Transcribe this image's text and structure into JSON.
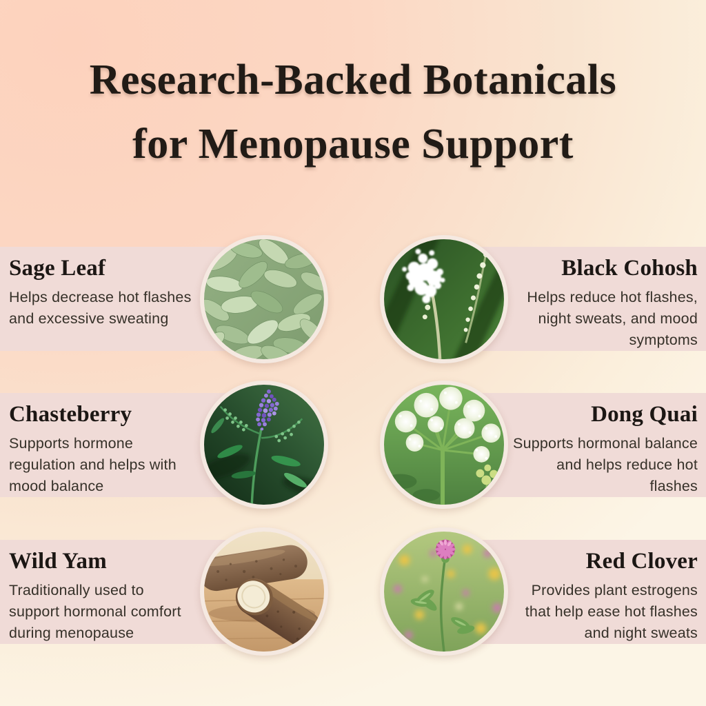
{
  "title": {
    "line1": "Research-Backed Botanicals",
    "line2": "for Menopause Support"
  },
  "items": [
    {
      "name": "Sage Leaf",
      "description": [
        "Helps decrease hot flashes",
        "and excessive sweating"
      ],
      "photo": "sage-leaves-photo",
      "column": "left"
    },
    {
      "name": "Black Cohosh",
      "description": [
        "Helps reduce hot flashes,",
        "night sweats, and mood",
        "symptoms"
      ],
      "photo": "black-cohosh-flower-photo",
      "column": "right"
    },
    {
      "name": "Chasteberry",
      "description": [
        "Supports hormone",
        "regulation and helps with",
        "mood balance"
      ],
      "photo": "chasteberry-flower-photo",
      "column": "left"
    },
    {
      "name": "Dong Quai",
      "description": [
        "Supports hormonal balance",
        "and helps reduce hot",
        "flashes"
      ],
      "photo": "dong-quai-flower-photo",
      "column": "right"
    },
    {
      "name": "Wild Yam",
      "description": [
        "Traditionally used to",
        "support hormonal comfort",
        "during menopause"
      ],
      "photo": "wild-yam-root-photo",
      "column": "left"
    },
    {
      "name": "Red Clover",
      "description": [
        "Provides plant estrogens",
        "that help ease hot flashes",
        "and night sweats"
      ],
      "photo": "red-clover-flower-photo",
      "column": "right"
    }
  ],
  "colors": {
    "background_top_left": "#fdd2bd",
    "background_bottom": "#fcf5e6",
    "banner": "#f0dbd7",
    "title_text": "#211b16",
    "heading_text": "#1c1714",
    "body_text": "#363129",
    "photo_ring": "#f5e9e1"
  }
}
